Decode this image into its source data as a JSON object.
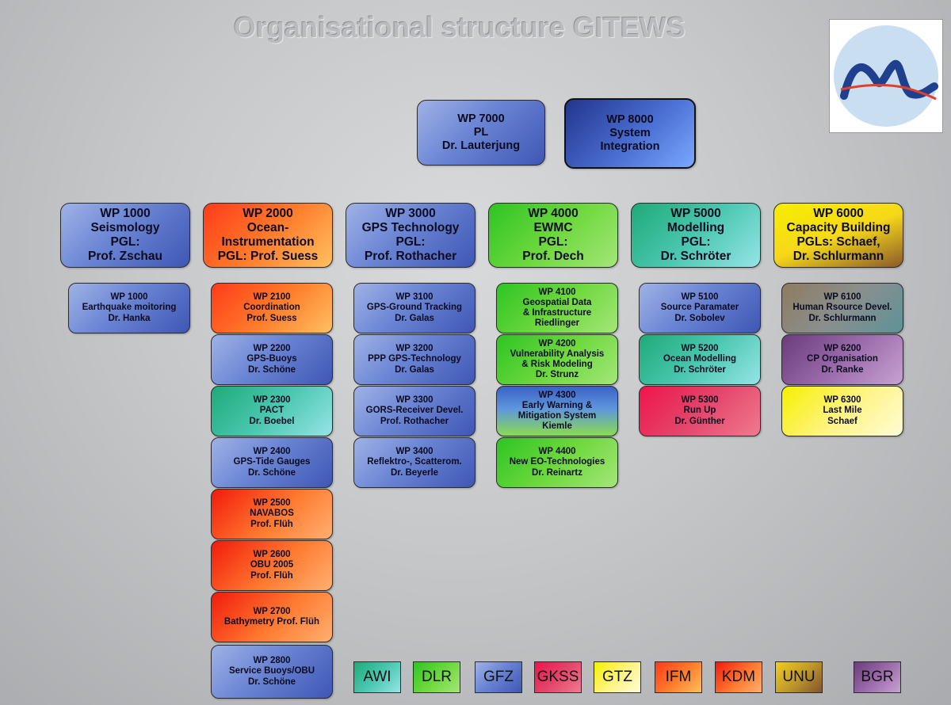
{
  "title": "Organisational structure GITEWS",
  "logo": {
    "icon": "wave-logo-icon",
    "colors": {
      "circle": "#c9dff1",
      "wave": "#1f3f8f",
      "line": "#e0402a"
    }
  },
  "top_boxes": [
    {
      "lines": [
        "WP 7000",
        "PL",
        "Dr. Lauterjung"
      ],
      "color": "GFZ"
    },
    {
      "lines": [
        "WP 8000",
        "System",
        "Integration"
      ],
      "color": "dark-blue"
    }
  ],
  "columns": [
    {
      "header": {
        "lines": [
          "WP 1000",
          "Seismology",
          "PGL:",
          "Prof. Zschau"
        ],
        "color": "GFZ"
      },
      "items": [
        {
          "lines": [
            "WP 1000",
            "Earthquake moitoring",
            "Dr. Hanka"
          ],
          "color": "GFZ"
        }
      ]
    },
    {
      "header": {
        "lines": [
          "WP 2000",
          "Ocean-",
          "Instrumentation",
          "PGL: Prof. Suess"
        ],
        "color": "IFM"
      },
      "items": [
        {
          "lines": [
            "WP 2100",
            "Coordination",
            "Prof. Suess"
          ],
          "color": "IFM"
        },
        {
          "lines": [
            "WP 2200",
            "GPS-Buoys",
            "Dr. Schöne"
          ],
          "color": "GFZ"
        },
        {
          "lines": [
            "WP 2300",
            "PACT",
            "Dr. Boebel"
          ],
          "color": "AWI"
        },
        {
          "lines": [
            "WP 2400",
            "GPS-Tide Gauges",
            "Dr. Schöne"
          ],
          "color": "GFZ"
        },
        {
          "lines": [
            "WP 2500",
            "NAVABOS",
            "Prof. Flüh"
          ],
          "color": "KDM"
        },
        {
          "lines": [
            "WP 2600",
            "OBU 2005",
            "Prof. Flüh"
          ],
          "color": "KDM"
        },
        {
          "lines": [
            "WP 2700",
            "Bathymetry Prof. Flüh"
          ],
          "color": "KDM"
        },
        {
          "lines": [
            "WP 2800",
            "Service Buoys/OBU",
            "Dr. Schöne"
          ],
          "color": "GFZ"
        }
      ]
    },
    {
      "header": {
        "lines": [
          "WP 3000",
          "GPS Technology",
          "PGL:",
          "Prof. Rothacher"
        ],
        "color": "GFZ"
      },
      "items": [
        {
          "lines": [
            "WP 3100",
            "GPS-Ground Tracking",
            "Dr. Galas"
          ],
          "color": "GFZ"
        },
        {
          "lines": [
            "WP 3200",
            "PPP GPS-Technology",
            "Dr. Galas"
          ],
          "color": "GFZ"
        },
        {
          "lines": [
            "WP 3300",
            "GORS-Receiver Devel.",
            "Prof. Rothacher"
          ],
          "color": "GFZ"
        },
        {
          "lines": [
            "WP 3400",
            "Reflektro-, Scatterom.",
            "Dr. Beyerle"
          ],
          "color": "GFZ"
        }
      ]
    },
    {
      "header": {
        "lines": [
          "WP 4000",
          "EWMC",
          "PGL:",
          "Prof. Dech"
        ],
        "color": "DLR"
      },
      "items": [
        {
          "lines": [
            "WP 4100",
            "Geospatial Data",
            "& Infrastructure",
            "Riedlinger"
          ],
          "color": "DLR"
        },
        {
          "lines": [
            "WP 4200",
            "Vulnerability Analysis",
            "& Risk Modeling",
            "Dr. Strunz"
          ],
          "color": "DLR"
        },
        {
          "lines": [
            "WP 4300",
            "Early Warning &",
            "Mitigation System",
            "Kiemle"
          ],
          "color": "GFZ-DLR"
        },
        {
          "lines": [
            "WP 4400",
            "New EO-Technologies",
            "Dr. Reinartz"
          ],
          "color": "DLR"
        }
      ]
    },
    {
      "header": {
        "lines": [
          "WP 5000",
          "Modelling",
          "PGL:",
          "Dr. Schröter"
        ],
        "color": "AWI"
      },
      "items": [
        {
          "lines": [
            "WP 5100",
            "Source Paramater",
            "Dr. Sobolev"
          ],
          "color": "GFZ"
        },
        {
          "lines": [
            "WP 5200",
            "Ocean Modelling",
            "Dr. Schröter"
          ],
          "color": "AWI"
        },
        {
          "lines": [
            "WP 5300",
            "Run Up",
            "Dr. Günther"
          ],
          "color": "GKSS"
        }
      ]
    },
    {
      "header": {
        "lines": [
          "WP 6000",
          "Capacity Building",
          "PGLs: Schaef,",
          "Dr. Schlurmann"
        ],
        "color": "GTZ-UNU"
      },
      "items": [
        {
          "lines": [
            "WP 6100",
            "Human Rsource Devel.",
            "Dr. Schlurmann"
          ],
          "color": "UNU-AWI"
        },
        {
          "lines": [
            "WP 6200",
            "CP Organisation",
            "Dr. Ranke"
          ],
          "color": "BGR"
        },
        {
          "lines": [
            "WP 6300",
            "Last Mile",
            "Schaef"
          ],
          "color": "GTZ"
        }
      ]
    }
  ],
  "legend": [
    {
      "label": "AWI",
      "color": "#4ac7b0"
    },
    {
      "label": "DLR",
      "color": "#6cd83c"
    },
    {
      "label": "GFZ",
      "color": "#6a84d4"
    },
    {
      "label": "GKSS",
      "color": "#e4456a"
    },
    {
      "label": "GTZ",
      "color": "#fff48a"
    },
    {
      "label": "IFM",
      "color": "#ff7a2a"
    },
    {
      "label": "KDM",
      "color": "#f21a0c"
    },
    {
      "label": "UNU",
      "color": "#c09a2a"
    },
    {
      "label": "BGR",
      "color": "#9a6aaa"
    }
  ]
}
